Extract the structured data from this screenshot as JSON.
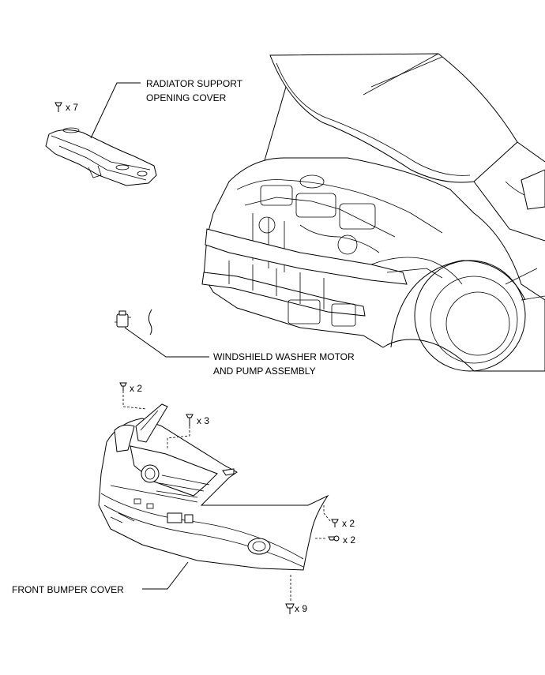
{
  "labels": {
    "radiator_cover_line1": "RADIATOR SUPPORT",
    "radiator_cover_line2": "OPENING COVER",
    "washer_line1": "WINDSHIELD WASHER MOTOR",
    "washer_line2": "AND PUMP ASSEMBLY",
    "bumper_cover": "FRONT BUMPER COVER"
  },
  "fastener_counts": {
    "clip_cover": "x 7",
    "clip_top_left": "x 2",
    "screw_grille": "x 3",
    "screw_right_upper": "x 2",
    "clip_right_lower": "x 2",
    "bolt_bottom": "x 9"
  }
}
